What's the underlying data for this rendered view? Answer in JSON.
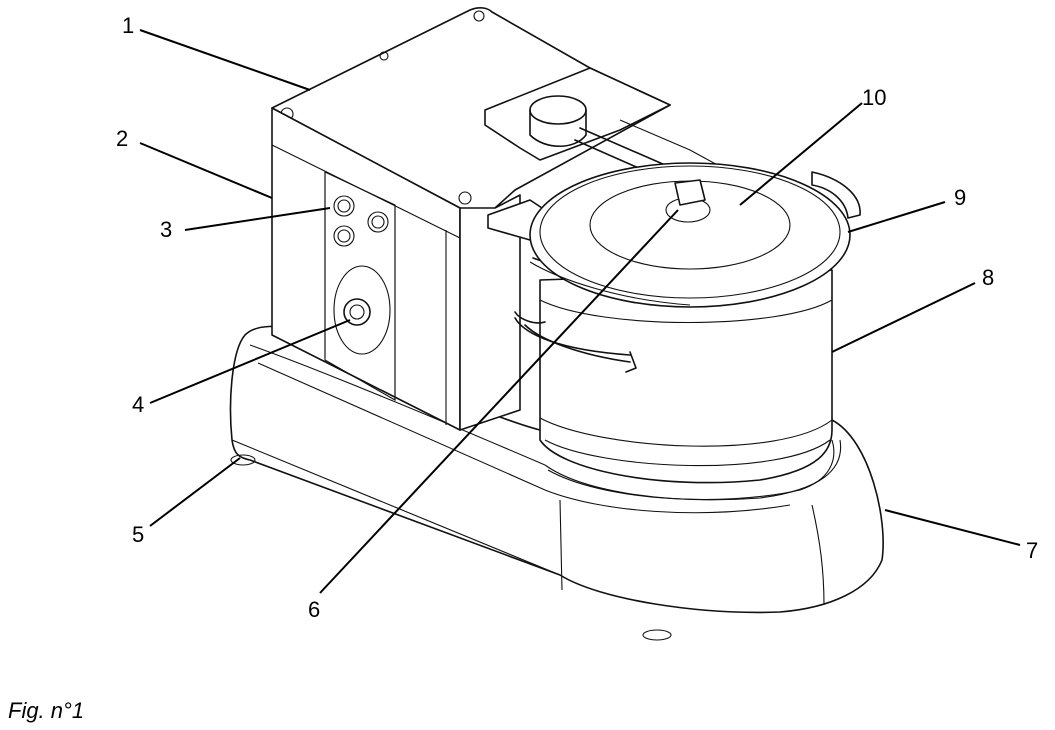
{
  "caption": "Fig. n°1",
  "callouts": [
    {
      "id": "c1",
      "label": "1"
    },
    {
      "id": "c2",
      "label": "2"
    },
    {
      "id": "c3",
      "label": "3"
    },
    {
      "id": "c4",
      "label": "4"
    },
    {
      "id": "c5",
      "label": "5"
    },
    {
      "id": "c6",
      "label": "6"
    },
    {
      "id": "c7",
      "label": "7"
    },
    {
      "id": "c8",
      "label": "8"
    },
    {
      "id": "c9",
      "label": "9"
    },
    {
      "id": "c10",
      "label": "10"
    }
  ]
}
